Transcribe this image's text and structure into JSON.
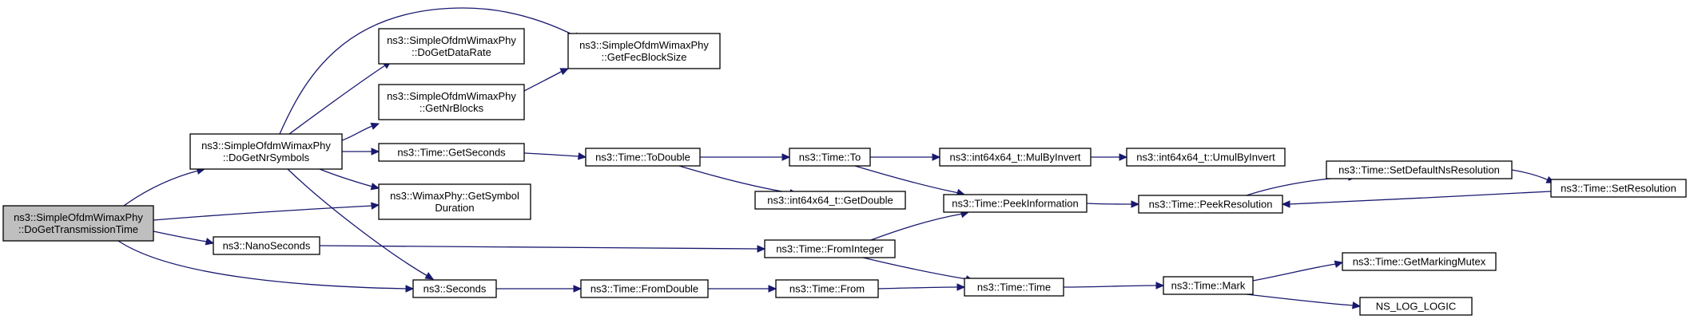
{
  "graph": {
    "title": "",
    "edge_color": "#191970",
    "root_fill": "#bfbfbf",
    "nodes": [
      {
        "id": "root",
        "lines": [
          "ns3::SimpleOfdmWimaxPhy",
          "::DoGetTransmissionTime"
        ],
        "root": true
      },
      {
        "id": "nrsym",
        "lines": [
          "ns3::SimpleOfdmWimaxPhy",
          "::DoGetNrSymbols"
        ]
      },
      {
        "id": "datarate",
        "lines": [
          "ns3::SimpleOfdmWimaxPhy",
          "::DoGetDataRate"
        ]
      },
      {
        "id": "fecblock",
        "lines": [
          "ns3::SimpleOfdmWimaxPhy",
          "::GetFecBlockSize"
        ]
      },
      {
        "id": "nrblocks",
        "lines": [
          "ns3::SimpleOfdmWimaxPhy",
          "::GetNrBlocks"
        ]
      },
      {
        "id": "getseconds",
        "lines": [
          "ns3::Time::GetSeconds"
        ]
      },
      {
        "id": "symdur",
        "lines": [
          "ns3::WimaxPhy::GetSymbol",
          "Duration"
        ]
      },
      {
        "id": "nanosec",
        "lines": [
          "ns3::NanoSeconds"
        ]
      },
      {
        "id": "seconds",
        "lines": [
          "ns3::Seconds"
        ]
      },
      {
        "id": "todouble",
        "lines": [
          "ns3::Time::ToDouble"
        ]
      },
      {
        "id": "fromdouble",
        "lines": [
          "ns3::Time::FromDouble"
        ]
      },
      {
        "id": "to",
        "lines": [
          "ns3::Time::To"
        ]
      },
      {
        "id": "getdouble",
        "lines": [
          "ns3::int64x64_t::GetDouble"
        ]
      },
      {
        "id": "frominteger",
        "lines": [
          "ns3::Time::FromInteger"
        ]
      },
      {
        "id": "from",
        "lines": [
          "ns3::Time::From"
        ]
      },
      {
        "id": "mulbyinvert",
        "lines": [
          "ns3::int64x64_t::MulByInvert"
        ]
      },
      {
        "id": "umulbyinvert",
        "lines": [
          "ns3::int64x64_t::UmulByInvert"
        ]
      },
      {
        "id": "peekinfo",
        "lines": [
          "ns3::Time::PeekInformation"
        ]
      },
      {
        "id": "timetime",
        "lines": [
          "ns3::Time::Time"
        ]
      },
      {
        "id": "peekres",
        "lines": [
          "ns3::Time::PeekResolution"
        ]
      },
      {
        "id": "setdefault",
        "lines": [
          "ns3::Time::SetDefaultNsResolution"
        ]
      },
      {
        "id": "setres",
        "lines": [
          "ns3::Time::SetResolution"
        ]
      },
      {
        "id": "mark",
        "lines": [
          "ns3::Time::Mark"
        ]
      },
      {
        "id": "markingmutex",
        "lines": [
          "ns3::Time::GetMarkingMutex"
        ]
      },
      {
        "id": "nslog",
        "lines": [
          "NS_LOG_LOGIC"
        ]
      }
    ],
    "edges": [
      {
        "from": "root",
        "to": "nrsym"
      },
      {
        "from": "root",
        "to": "symdur"
      },
      {
        "from": "root",
        "to": "nanosec"
      },
      {
        "from": "root",
        "to": "seconds"
      },
      {
        "from": "nrsym",
        "to": "fecblock"
      },
      {
        "from": "nrsym",
        "to": "datarate"
      },
      {
        "from": "nrsym",
        "to": "nrblocks"
      },
      {
        "from": "nrsym",
        "to": "getseconds"
      },
      {
        "from": "nrsym",
        "to": "symdur"
      },
      {
        "from": "nrsym",
        "to": "seconds"
      },
      {
        "from": "nrblocks",
        "to": "fecblock"
      },
      {
        "from": "getseconds",
        "to": "todouble"
      },
      {
        "from": "todouble",
        "to": "to"
      },
      {
        "from": "todouble",
        "to": "getdouble"
      },
      {
        "from": "to",
        "to": "mulbyinvert"
      },
      {
        "from": "to",
        "to": "peekinfo"
      },
      {
        "from": "mulbyinvert",
        "to": "umulbyinvert"
      },
      {
        "from": "nanosec",
        "to": "frominteger"
      },
      {
        "from": "frominteger",
        "to": "peekinfo"
      },
      {
        "from": "frominteger",
        "to": "timetime"
      },
      {
        "from": "peekinfo",
        "to": "peekres"
      },
      {
        "from": "peekres",
        "to": "setdefault"
      },
      {
        "from": "setdefault",
        "to": "setres"
      },
      {
        "from": "setres",
        "to": "peekres"
      },
      {
        "from": "seconds",
        "to": "fromdouble"
      },
      {
        "from": "fromdouble",
        "to": "from"
      },
      {
        "from": "from",
        "to": "timetime"
      },
      {
        "from": "timetime",
        "to": "mark"
      },
      {
        "from": "mark",
        "to": "markingmutex"
      },
      {
        "from": "mark",
        "to": "nslog"
      }
    ]
  }
}
